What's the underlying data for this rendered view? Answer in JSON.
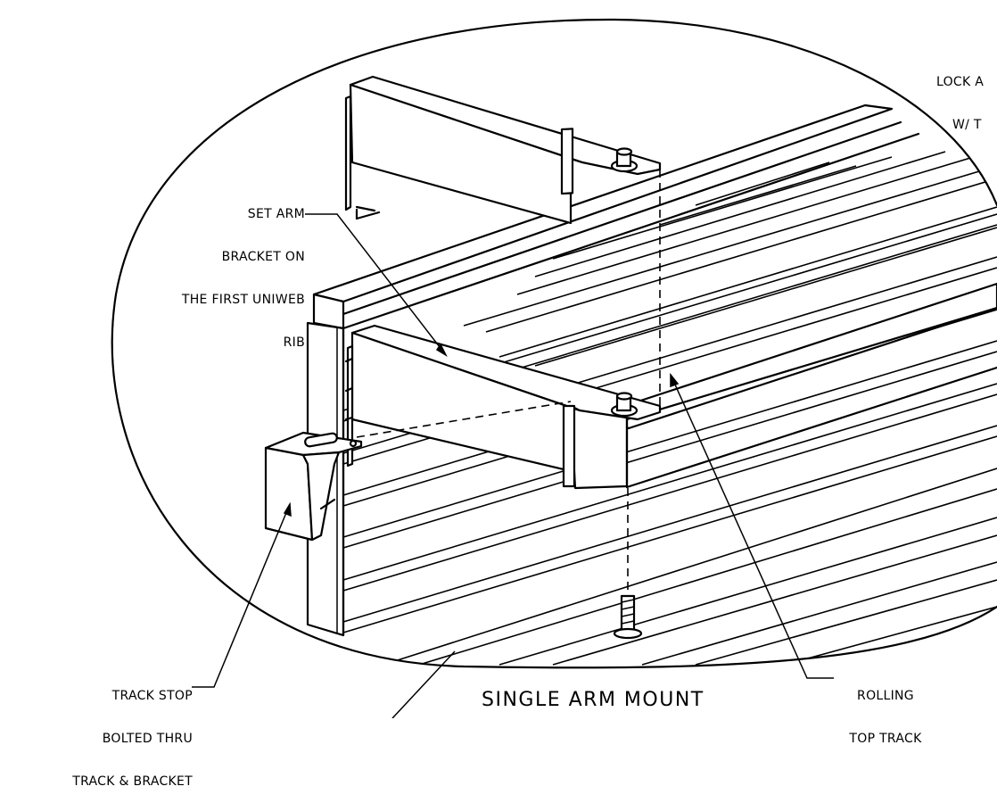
{
  "title": "SINGLE ARM MOUNT",
  "labels": {
    "set_arm": [
      "SET ARM",
      "BRACKET ON",
      "THE FIRST UNIWEB",
      "RIB"
    ],
    "lock": [
      "LOCK A",
      "W/ T"
    ],
    "track_stop": [
      "TRACK STOP",
      "BOLTED THRU",
      "TRACK & BRACKET"
    ],
    "rolling": [
      "ROLLING",
      "TOP TRACK"
    ]
  }
}
